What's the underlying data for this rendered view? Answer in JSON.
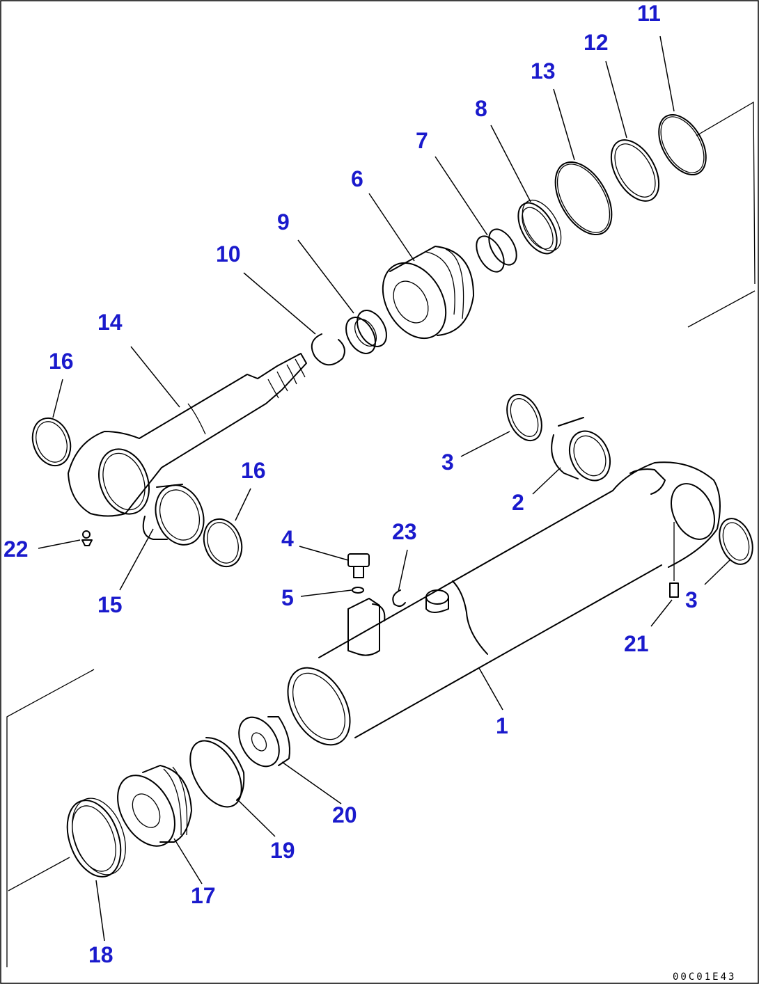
{
  "drawing_code": "00C01E43",
  "colors": {
    "callout": "#1a1acc",
    "line": "#000000",
    "background": "#ffffff"
  },
  "callouts": [
    {
      "id": "c11",
      "text": "11"
    },
    {
      "id": "c12",
      "text": "12"
    },
    {
      "id": "c13",
      "text": "13"
    },
    {
      "id": "c8",
      "text": "8"
    },
    {
      "id": "c7",
      "text": "7"
    },
    {
      "id": "c6",
      "text": "6"
    },
    {
      "id": "c9",
      "text": "9"
    },
    {
      "id": "c10",
      "text": "10"
    },
    {
      "id": "c14",
      "text": "14"
    },
    {
      "id": "c16a",
      "text": "16"
    },
    {
      "id": "c16b",
      "text": "16"
    },
    {
      "id": "c3a",
      "text": "3"
    },
    {
      "id": "c2",
      "text": "2"
    },
    {
      "id": "c23",
      "text": "23"
    },
    {
      "id": "c4",
      "text": "4"
    },
    {
      "id": "c5",
      "text": "5"
    },
    {
      "id": "c22",
      "text": "22"
    },
    {
      "id": "c15",
      "text": "15"
    },
    {
      "id": "c3b",
      "text": "3"
    },
    {
      "id": "c21",
      "text": "21"
    },
    {
      "id": "c1",
      "text": "1"
    },
    {
      "id": "c20",
      "text": "20"
    },
    {
      "id": "c19",
      "text": "19"
    },
    {
      "id": "c17",
      "text": "17"
    },
    {
      "id": "c18",
      "text": "18"
    }
  ]
}
